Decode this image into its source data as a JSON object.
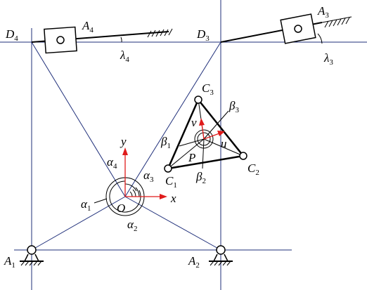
{
  "colors": {
    "frame": "#1f2f7a",
    "link": "#000000",
    "axis_arrow": "#e01b1b",
    "background": "#ffffff"
  },
  "labels": {
    "D4": {
      "base": "D",
      "sub": "4"
    },
    "D3": {
      "base": "D",
      "sub": "3"
    },
    "A4": {
      "base": "A",
      "sub": "4"
    },
    "A3": {
      "base": "A",
      "sub": "3"
    },
    "A1": {
      "base": "A",
      "sub": "1"
    },
    "A2": {
      "base": "A",
      "sub": "2"
    },
    "C1": {
      "base": "C",
      "sub": "1"
    },
    "C2": {
      "base": "C",
      "sub": "2"
    },
    "C3": {
      "base": "C",
      "sub": "3"
    },
    "lambda4": {
      "base": "λ",
      "sub": "4"
    },
    "lambda3": {
      "base": "λ",
      "sub": "3"
    },
    "alpha1": {
      "base": "α",
      "sub": "1"
    },
    "alpha2": {
      "base": "α",
      "sub": "2"
    },
    "alpha3": {
      "base": "α",
      "sub": "3"
    },
    "alpha4": {
      "base": "α",
      "sub": "4"
    },
    "beta1": {
      "base": "β",
      "sub": "1"
    },
    "beta2": {
      "base": "β",
      "sub": "2"
    },
    "beta3": {
      "base": "β",
      "sub": "3"
    },
    "O": "O",
    "P": "P",
    "x": "x",
    "y": "y",
    "u": "u",
    "v": "v"
  }
}
